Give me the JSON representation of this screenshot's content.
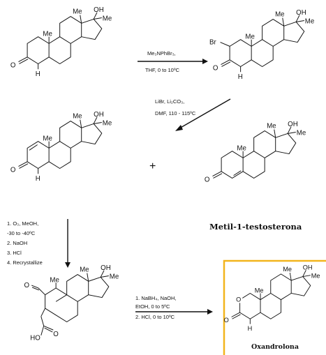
{
  "molecules": [
    {
      "id": "m1",
      "labels": {
        "me1": "Me",
        "oh": "OH",
        "me17": "Me",
        "me10": "Me",
        "o3": "O",
        "h5": "H"
      }
    },
    {
      "id": "m2",
      "labels": {
        "me1": "Me",
        "oh": "OH",
        "me17": "Me",
        "me10": "Me",
        "br": "Br",
        "o3": "O",
        "h5": "H"
      }
    },
    {
      "id": "m3",
      "labels": {
        "me1": "Me",
        "oh": "OH",
        "me17": "Me",
        "me10": "Me",
        "o3": "O",
        "h5": "H"
      }
    },
    {
      "id": "m4",
      "labels": {
        "me1": "Me",
        "oh": "OH",
        "me17": "Me",
        "me10": "Me",
        "o3": "O"
      }
    },
    {
      "id": "m5",
      "labels": {
        "me1": "Me",
        "oh": "OH",
        "me17": "Me",
        "me10": "Me",
        "o": "O",
        "ho": "HO"
      }
    },
    {
      "id": "m6",
      "labels": {
        "me1": "Me",
        "oh": "OH",
        "me17": "Me",
        "me10": "Me",
        "o_ring": "O",
        "o_carb": "O",
        "h5": "H"
      }
    }
  ],
  "step1": {
    "line1": "Me₃NPhBr₃,",
    "line2": "THF, 0 to 10ºC"
  },
  "step2": {
    "line1": "LiBr, Li₂CO₃,",
    "line2": "DMF, 110 - 115ºC"
  },
  "step3": {
    "lines": [
      "1.  O₃, MeOH,",
      "     -30 to -40ºC",
      "2.  NaOH",
      "3.  HCl",
      "4.  Recrystallize"
    ]
  },
  "step4": {
    "lines": [
      "1.  NaBH₄, NaOH,",
      "     EtOH, 0 to 5ºC",
      "2.  HCl, 0 to 10ºC"
    ]
  },
  "plus": "+",
  "product_label_methyl": "Metil-1-testosterona",
  "product_label_oxandrolone": "Oxandrolona",
  "colors": {
    "highlight_border": "#f2b41c",
    "ink": "#111111"
  }
}
